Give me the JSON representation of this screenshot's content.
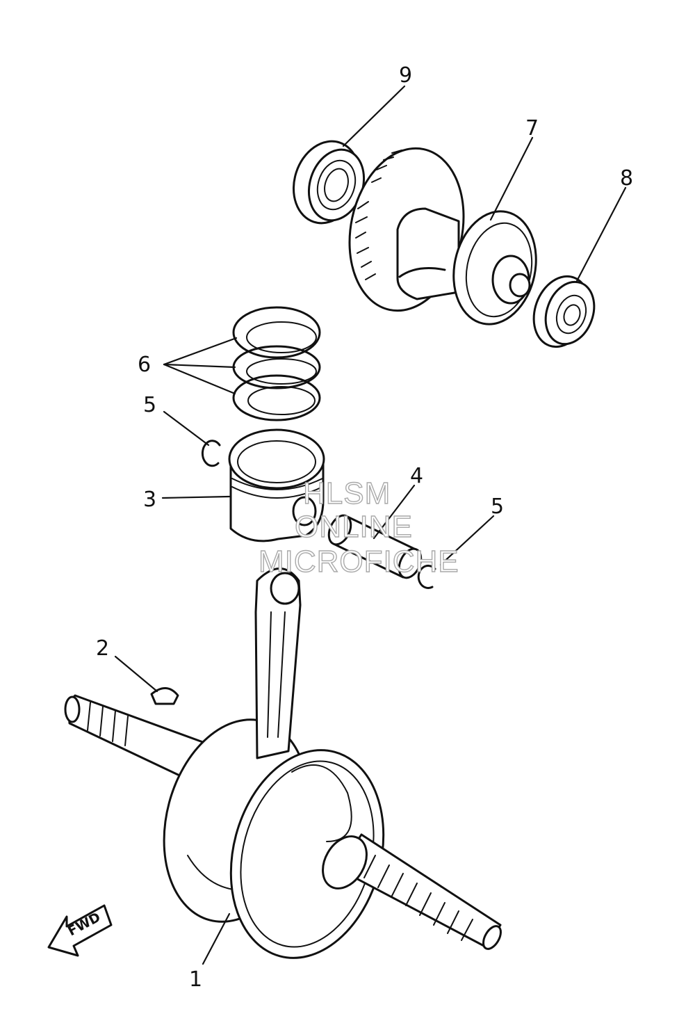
{
  "callouts": {
    "n1": "1",
    "n2": "2",
    "n3": "3",
    "n4": "4",
    "n5a": "5",
    "n5b": "5",
    "n6": "6",
    "n7": "7",
    "n8": "8",
    "n9": "9"
  },
  "direction_arrow": {
    "label": "FWD"
  },
  "watermark": {
    "line1": "HLSM",
    "line2": "ONLINE",
    "line3": "MICROFICHE",
    "color": "#a9a9a9"
  },
  "colors": {
    "ink": "#111111",
    "paper": "#ffffff"
  }
}
